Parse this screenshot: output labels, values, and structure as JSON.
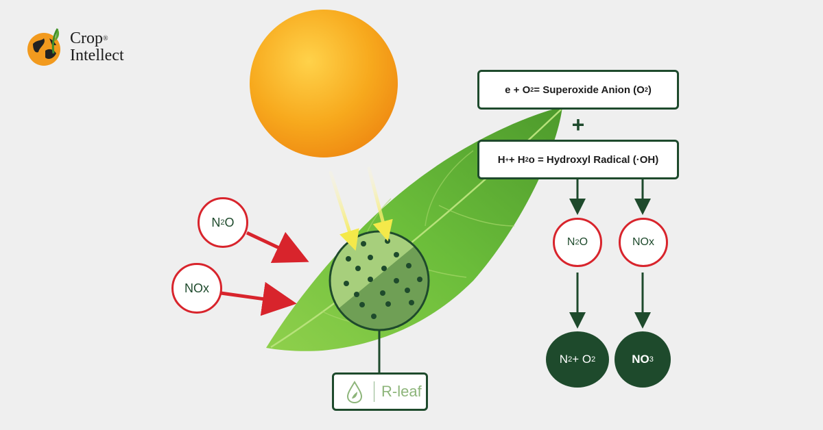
{
  "logo": {
    "line1": "Crop",
    "registered": "®",
    "line2": "Intellect",
    "icon": "globe-leaf-icon"
  },
  "formula_top": {
    "pre": "e + O",
    "sub1": "2",
    "mid": " = Superoxide Anion (O",
    "sub2": "2",
    "post": ")"
  },
  "plus_sign": "+",
  "formula_bottom": {
    "pre": "H",
    "sup1": "+",
    "mid1": " + H",
    "sub1": "2",
    "mid2": "o = Hydroxyl Radical (·OH)"
  },
  "inputs": {
    "n2o": {
      "main": "N",
      "sub": "2",
      "tail": "O"
    },
    "nox": {
      "text": "NOx"
    }
  },
  "outputs_mid": {
    "n2o": {
      "main": "N",
      "sub": "2",
      "tail": "O"
    },
    "nox": {
      "text": "NOx"
    }
  },
  "products": {
    "n2o2": {
      "a": "N",
      "asub": "2",
      "plus": " + O",
      "bsub": "2"
    },
    "no3": {
      "a": "NO",
      "asub": "3"
    }
  },
  "rleaf": {
    "label": "R-leaf",
    "icon": "water-drop-leaf-icon"
  },
  "colors": {
    "dark_green": "#1e4a2c",
    "red": "#d8242c",
    "sun_orange": "#f5a21a",
    "leaf_green": "#6cb33a",
    "background": "#efefef"
  }
}
